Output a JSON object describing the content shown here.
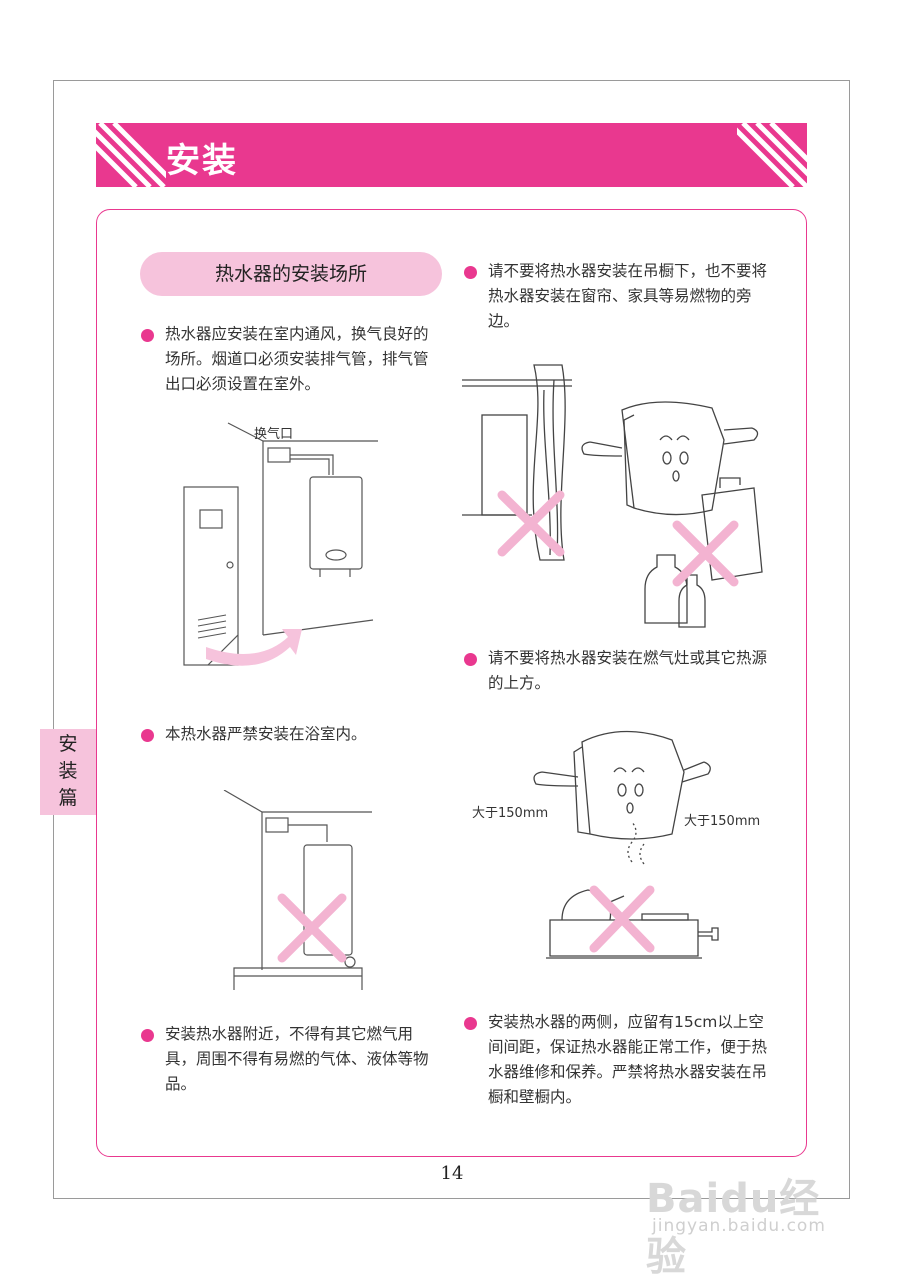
{
  "banner": {
    "title": "安装"
  },
  "section": {
    "title": "热水器的安装场所"
  },
  "bullets": {
    "b1": "热水器应安装在室内通风，换气良好的场所。烟道口必须安装排气管，排气管出口必须设置在室外。",
    "b2": "本热水器严禁安装在浴室内。",
    "b3": "安装热水器附近，不得有其它燃气用具，周围不得有易燃的气体、液体等物品。",
    "b4": "请不要将热水器安装在吊橱下，也不要将热水器安装在窗帘、家具等易燃物的旁边。",
    "b5": "请不要将热水器安装在燃气灶或其它热源的上方。",
    "b6": "安装热水器的两侧，应留有15cm以上空间间距，保证热水器能正常工作，便于热水器维修和保养。严禁将热水器安装在吊橱和壁橱内。"
  },
  "illustrations": {
    "vent_label": "换气口",
    "left_distance": "大于150mm",
    "right_distance": "大于150mm"
  },
  "side_tab": {
    "line1": "安",
    "line2": "装",
    "line3": "篇"
  },
  "page_number": "14",
  "watermark": {
    "brand": "Baidu经验",
    "url": "jingyan.baidu.com"
  },
  "colors": {
    "accent": "#e9388f",
    "pill": "#f6c3dc",
    "cross": "#f3b3d1"
  }
}
